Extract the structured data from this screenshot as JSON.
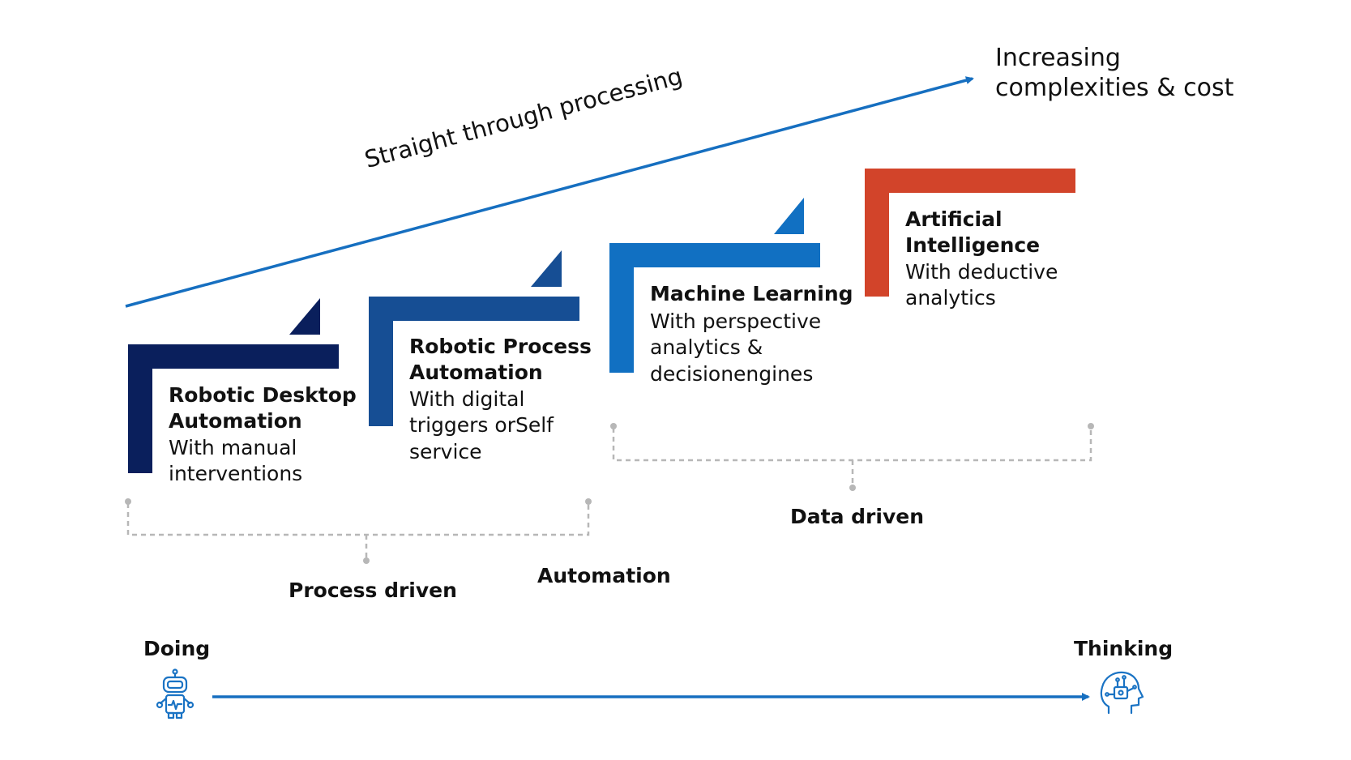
{
  "colors": {
    "navy": "#0a1f5c",
    "mid_blue": "#164e94",
    "bright_blue": "#1170c2",
    "orange_red": "#d2442a",
    "arrow_blue": "#166fc0",
    "bracket_gray": "#b7b7b7"
  },
  "top_right_label": {
    "line1": "Increasing",
    "line2": "complexities & cost"
  },
  "diagonal_label": "Straight through processing",
  "steps": [
    {
      "title1": "Robotic Desktop",
      "title2": "Automation",
      "sub1": "With manual",
      "sub2": "interventions",
      "color": "navy"
    },
    {
      "title1": "Robotic Process",
      "title2": "Automation",
      "sub1": "With digital",
      "sub2": "triggers orSelf",
      "sub3": "service",
      "color": "mid_blue"
    },
    {
      "title1": "Machine Learning",
      "sub1": "With perspective",
      "sub2": "analytics &",
      "sub3": "decisionengines",
      "color": "bright_blue"
    },
    {
      "title1": "Artificial",
      "title2": "Intelligence",
      "sub1": "With deductive",
      "sub2": "analytics",
      "color": "orange_red"
    }
  ],
  "groups": {
    "process": "Process driven",
    "automation": "Automation",
    "data": "Data driven"
  },
  "axis": {
    "left": "Doing",
    "right": "Thinking",
    "left_icon": "robot-icon",
    "right_icon": "ai-brain-head-icon"
  }
}
